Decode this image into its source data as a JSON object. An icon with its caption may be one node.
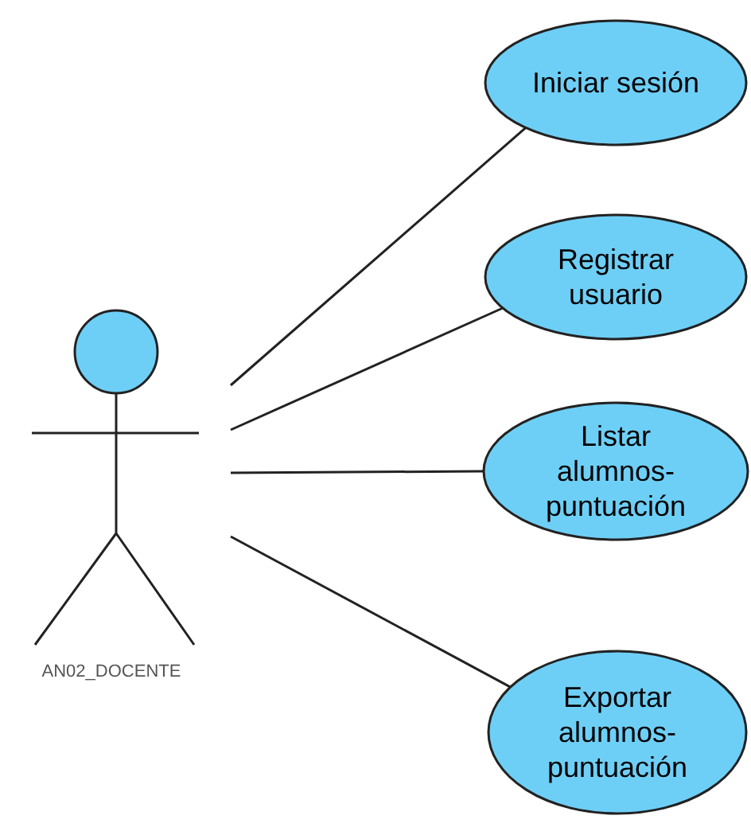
{
  "diagram": {
    "nodes": [
      {
        "text": [
          "AN02_DOCENTE"
        ]
      },
      {
        "text": [
          "Iniciar sesión"
        ]
      },
      {
        "text": [
          "Registrar usuario"
        ]
      },
      {
        "text": [
          "Listar alumnos- puntuación"
        ]
      },
      {
        "text": [
          "Exportar alumnos- puntuación"
        ]
      }
    ],
    "edges": [
      {
        "from": 0,
        "to": 1,
        "arrow": "none"
      },
      {
        "from": 0,
        "to": 2,
        "arrow": "none"
      },
      {
        "from": 0,
        "to": 3,
        "arrow": "none"
      },
      {
        "from": 0,
        "to": 4,
        "arrow": "none"
      }
    ]
  }
}
